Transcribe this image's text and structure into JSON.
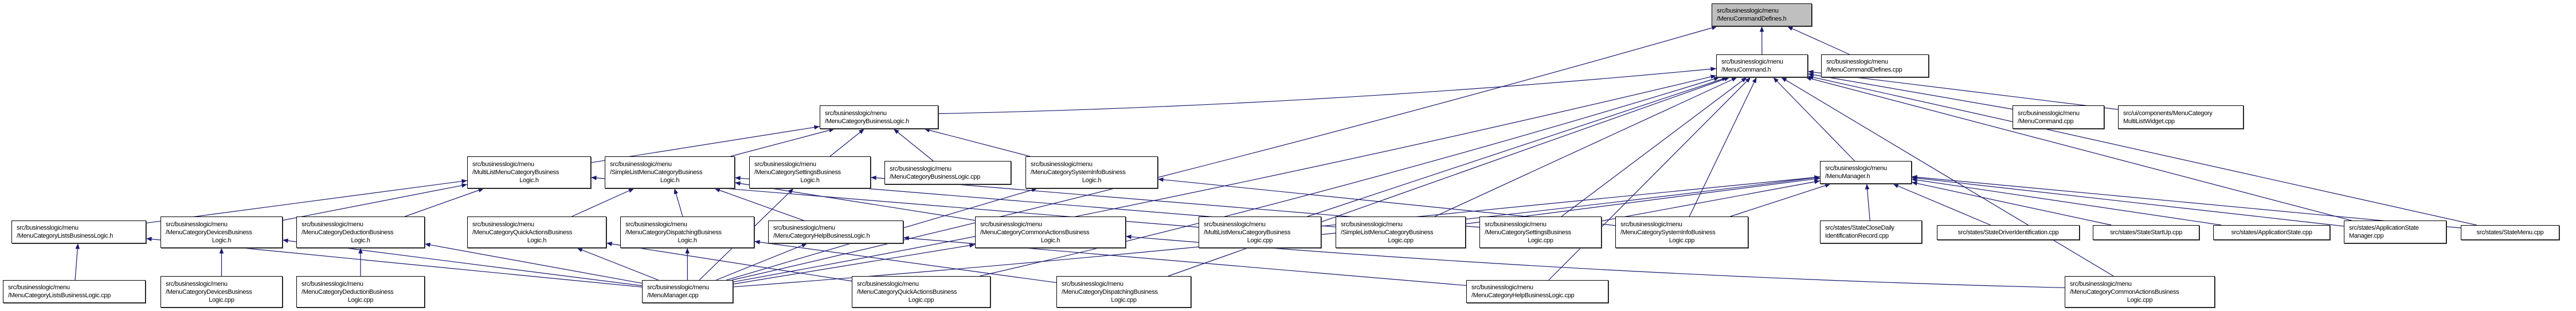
{
  "graph": {
    "edge_color": "#191970",
    "root_fill": "#bfbfbf",
    "nodes": [
      {
        "id": "defines_h",
        "lines": [
          "src/businesslogic/menu",
          "/MenuCommandDefines.h"
        ],
        "root": true
      },
      {
        "id": "command_h",
        "lines": [
          "src/businesslogic/menu",
          "/MenuCommand.h"
        ]
      },
      {
        "id": "defines_cpp",
        "lines": [
          "src/businesslogic/menu",
          "/MenuCommandDefines.cpp"
        ]
      },
      {
        "id": "command_cpp",
        "lines": [
          "src/businesslogic/menu",
          "/MenuCommand.cpp"
        ]
      },
      {
        "id": "multilist_widget_cpp",
        "lines": [
          "src/ui/components/MenuCategory",
          "MultiListWidget.cpp"
        ]
      },
      {
        "id": "bl_h",
        "lines": [
          "src/businesslogic/menu",
          "/MenuCategoryBusinessLogic.h"
        ]
      },
      {
        "id": "multilist_h",
        "lines": [
          "src/businesslogic/menu",
          "/MultiListMenuCategoryBusiness",
          "Logic.h"
        ]
      },
      {
        "id": "simplelist_h",
        "lines": [
          "src/businesslogic/menu",
          "/SimpleListMenuCategoryBusiness",
          "Logic.h"
        ]
      },
      {
        "id": "settings_h",
        "lines": [
          "src/businesslogic/menu",
          "/MenuCategorySettingsBusiness",
          "Logic.h"
        ]
      },
      {
        "id": "bl_cpp",
        "lines": [
          "src/businesslogic/menu",
          "/MenuCategoryBusinessLogic.cpp"
        ]
      },
      {
        "id": "systeminfo_h",
        "lines": [
          "src/businesslogic/menu",
          "/MenuCategorySystemInfoBusiness",
          "Logic.h"
        ]
      },
      {
        "id": "manager_h",
        "lines": [
          "src/businesslogic/menu",
          "/MenuManager.h"
        ]
      },
      {
        "id": "lists_h",
        "lines": [
          "src/businesslogic/menu",
          "/MenuCategoryListsBusinessLogic.h"
        ]
      },
      {
        "id": "devices_h",
        "lines": [
          "src/businesslogic/menu",
          "/MenuCategoryDevicesBusiness",
          "Logic.h"
        ]
      },
      {
        "id": "deduction_h",
        "lines": [
          "src/businesslogic/menu",
          "/MenuCategoryDeductionBusiness",
          "Logic.h"
        ]
      },
      {
        "id": "quickactions_h",
        "lines": [
          "src/businesslogic/menu",
          "/MenuCategoryQuickActionsBusiness",
          "Logic.h"
        ]
      },
      {
        "id": "dispatching_h",
        "lines": [
          "src/businesslogic/menu",
          "/MenuCategoryDispatchingBusiness",
          "Logic.h"
        ]
      },
      {
        "id": "help_h",
        "lines": [
          "src/businesslogic/menu",
          "/MenuCategoryHelpBusinessLogic.h"
        ]
      },
      {
        "id": "commonactions_h",
        "lines": [
          "src/businesslogic/menu",
          "/MenuCategoryCommonActionsBusiness",
          "Logic.h"
        ]
      },
      {
        "id": "multilist_cpp",
        "lines": [
          "src/businesslogic/menu",
          "/MultiListMenuCategoryBusiness",
          "Logic.cpp"
        ]
      },
      {
        "id": "simplelist_cpp",
        "lines": [
          "src/businesslogic/menu",
          "/SimpleListMenuCategoryBusiness",
          "Logic.cpp"
        ]
      },
      {
        "id": "settings_cpp",
        "lines": [
          "src/businesslogic/menu",
          "/MenuCategorySettingsBusiness",
          "Logic.cpp"
        ]
      },
      {
        "id": "systeminfo_cpp",
        "lines": [
          "src/businesslogic/menu",
          "/MenuCategorySystemInfoBusiness",
          "Logic.cpp"
        ]
      },
      {
        "id": "close_daily_cpp",
        "lines": [
          "src/states/StateCloseDaily",
          "IdentificationRecord.cpp"
        ]
      },
      {
        "id": "driver_id_cpp",
        "lines": [
          "src/states/StateDriverIdentification.cpp"
        ]
      },
      {
        "id": "startup_cpp",
        "lines": [
          "src/states/StateStartUp.cpp"
        ]
      },
      {
        "id": "appstate_cpp",
        "lines": [
          "src/states/ApplicationState.cpp"
        ]
      },
      {
        "id": "appstate_mgr_cpp",
        "lines": [
          "src/states/ApplicationState",
          "Manager.cpp"
        ]
      },
      {
        "id": "statemenu_cpp",
        "lines": [
          "src/states/StateMenu.cpp"
        ]
      },
      {
        "id": "lists_cpp",
        "lines": [
          "src/businesslogic/menu",
          "/MenuCategoryListsBusinessLogic.cpp"
        ]
      },
      {
        "id": "devices_cpp",
        "lines": [
          "src/businesslogic/menu",
          "/MenuCategoryDevicesBusiness",
          "Logic.cpp"
        ]
      },
      {
        "id": "deduction_cpp",
        "lines": [
          "src/businesslogic/menu",
          "/MenuCategoryDeductionBusiness",
          "Logic.cpp"
        ]
      },
      {
        "id": "manager_cpp",
        "lines": [
          "src/businesslogic/menu",
          "/MenuManager.cpp"
        ]
      },
      {
        "id": "quickactions_cpp",
        "lines": [
          "src/businesslogic/menu",
          "/MenuCategoryQuickActionsBusiness",
          "Logic.cpp"
        ]
      },
      {
        "id": "dispatching_cpp",
        "lines": [
          "src/businesslogic/menu",
          "/MenuCategoryDispatchingBusiness",
          "Logic.cpp"
        ]
      },
      {
        "id": "help_cpp",
        "lines": [
          "src/businesslogic/menu",
          "/MenuCategoryHelpBusinessLogic.cpp"
        ]
      },
      {
        "id": "commonactions_cpp",
        "lines": [
          "src/businesslogic/menu",
          "/MenuCategoryCommonActionsBusiness",
          "Logic.cpp"
        ]
      }
    ],
    "edges": [
      [
        "command_h",
        "defines_h"
      ],
      [
        "defines_cpp",
        "defines_h"
      ],
      [
        "manager_cpp",
        "defines_h"
      ],
      [
        "bl_h",
        "command_h"
      ],
      [
        "command_cpp",
        "command_h"
      ],
      [
        "multilist_widget_cpp",
        "command_h"
      ],
      [
        "multilist_cpp",
        "command_h"
      ],
      [
        "simplelist_cpp",
        "command_h"
      ],
      [
        "settings_cpp",
        "command_h"
      ],
      [
        "systeminfo_cpp",
        "command_h"
      ],
      [
        "manager_h",
        "command_h"
      ],
      [
        "statemenu_cpp",
        "command_h"
      ],
      [
        "appstate_mgr_cpp",
        "command_h"
      ],
      [
        "dispatching_cpp",
        "command_h"
      ],
      [
        "quickactions_cpp",
        "command_h"
      ],
      [
        "help_cpp",
        "command_h"
      ],
      [
        "commonactions_cpp",
        "command_h"
      ],
      [
        "manager_cpp",
        "command_h"
      ],
      [
        "multilist_h",
        "bl_h"
      ],
      [
        "simplelist_h",
        "bl_h"
      ],
      [
        "settings_h",
        "bl_h"
      ],
      [
        "bl_cpp",
        "bl_h"
      ],
      [
        "systeminfo_h",
        "bl_h"
      ],
      [
        "lists_h",
        "multilist_h"
      ],
      [
        "devices_h",
        "multilist_h"
      ],
      [
        "deduction_h",
        "multilist_h"
      ],
      [
        "multilist_cpp",
        "multilist_h"
      ],
      [
        "quickactions_h",
        "simplelist_h"
      ],
      [
        "dispatching_h",
        "simplelist_h"
      ],
      [
        "help_h",
        "simplelist_h"
      ],
      [
        "commonactions_h",
        "simplelist_h"
      ],
      [
        "simplelist_cpp",
        "simplelist_h"
      ],
      [
        "settings_cpp",
        "settings_h"
      ],
      [
        "manager_cpp",
        "settings_h"
      ],
      [
        "systeminfo_cpp",
        "systeminfo_h"
      ],
      [
        "manager_cpp",
        "systeminfo_h"
      ],
      [
        "lists_cpp",
        "lists_h"
      ],
      [
        "manager_cpp",
        "lists_h"
      ],
      [
        "devices_cpp",
        "devices_h"
      ],
      [
        "manager_cpp",
        "devices_h"
      ],
      [
        "deduction_cpp",
        "deduction_h"
      ],
      [
        "manager_cpp",
        "deduction_h"
      ],
      [
        "quickactions_cpp",
        "quickactions_h"
      ],
      [
        "manager_cpp",
        "quickactions_h"
      ],
      [
        "dispatching_cpp",
        "dispatching_h"
      ],
      [
        "manager_cpp",
        "dispatching_h"
      ],
      [
        "help_cpp",
        "help_h"
      ],
      [
        "manager_cpp",
        "help_h"
      ],
      [
        "commonactions_cpp",
        "commonactions_h"
      ],
      [
        "manager_cpp",
        "commonactions_h"
      ],
      [
        "multilist_cpp",
        "manager_h"
      ],
      [
        "simplelist_cpp",
        "manager_h"
      ],
      [
        "settings_cpp",
        "manager_h"
      ],
      [
        "systeminfo_cpp",
        "manager_h"
      ],
      [
        "manager_cpp",
        "manager_h"
      ],
      [
        "close_daily_cpp",
        "manager_h"
      ],
      [
        "driver_id_cpp",
        "manager_h"
      ],
      [
        "startup_cpp",
        "manager_h"
      ],
      [
        "appstate_cpp",
        "manager_h"
      ],
      [
        "appstate_mgr_cpp",
        "manager_h"
      ],
      [
        "statemenu_cpp",
        "manager_h"
      ]
    ]
  }
}
